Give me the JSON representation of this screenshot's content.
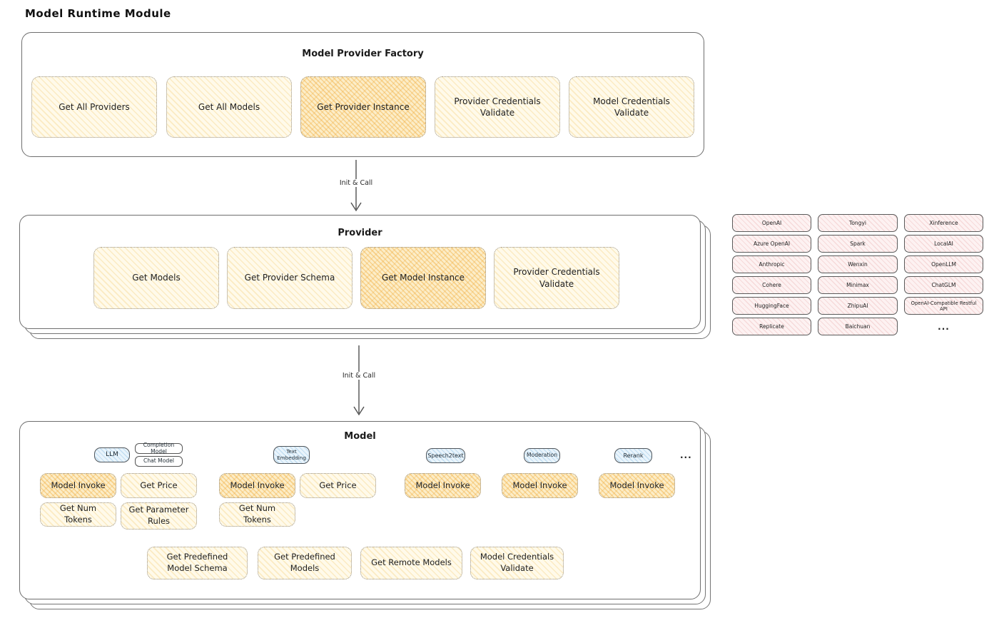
{
  "page_title": "Model Runtime Module",
  "arrow_label_1": "Init & Call",
  "arrow_label_2": "Init & Call",
  "factory": {
    "title": "Model Provider Factory",
    "items": [
      {
        "label": "Get All Providers",
        "highlight": false
      },
      {
        "label": "Get All Models",
        "highlight": false
      },
      {
        "label": "Get Provider Instance",
        "highlight": true
      },
      {
        "label": "Provider Credentials Validate",
        "highlight": false
      },
      {
        "label": "Model Credentials Validate",
        "highlight": false
      }
    ]
  },
  "provider": {
    "title": "Provider",
    "items": [
      {
        "label": "Get Models",
        "highlight": false
      },
      {
        "label": "Get Provider Schema",
        "highlight": false
      },
      {
        "label": "Get Model Instance",
        "highlight": true
      },
      {
        "label": "Provider Credentials Validate",
        "highlight": false
      }
    ]
  },
  "providers_grid": {
    "rows": [
      [
        "OpenAI",
        "Tongyi",
        "Xinference"
      ],
      [
        "Azure OpenAI",
        "Spark",
        "LocalAI"
      ],
      [
        "Anthropic",
        "Wenxin",
        "OpenLLM"
      ],
      [
        "Cohere",
        "Minimax",
        "ChatGLM"
      ],
      [
        "HuggingFace",
        "ZhipuAI",
        "OpenAI-Compatible Restful API"
      ],
      [
        "Replicate",
        "Baichuan",
        "..."
      ]
    ]
  },
  "model": {
    "title": "Model",
    "tags": {
      "llm": "LLM",
      "completion": "Completion Model",
      "chat": "Chat Model",
      "text_embedding": "Text Embedding",
      "speech2text": "Speech2text",
      "moderation": "Moderation",
      "rerank": "Rerank",
      "more": "..."
    },
    "actions": {
      "model_invoke": "Model Invoke",
      "get_price": "Get Price",
      "get_num_tokens": "Get Num Tokens",
      "get_parameter_rules": "Get Parameter Rules"
    },
    "bottom": [
      {
        "label": "Get Predefined Model Schema"
      },
      {
        "label": "Get Predefined Models"
      },
      {
        "label": "Get Remote Models"
      },
      {
        "label": "Model Credentials Validate"
      }
    ]
  },
  "colors": {
    "yellow_fill": "#fffaea",
    "yellow_hatch": "#f3c669",
    "highlight_fill": "#fcedc8",
    "highlight_hatch": "#f0a834",
    "pink_fill": "#fdf2f2",
    "pink_hatch": "#de8282",
    "blue_fill": "#e9f4fc",
    "blue_hatch": "#70afda",
    "border_dark": "#6e6e6e",
    "border_dotted": "#979083"
  }
}
